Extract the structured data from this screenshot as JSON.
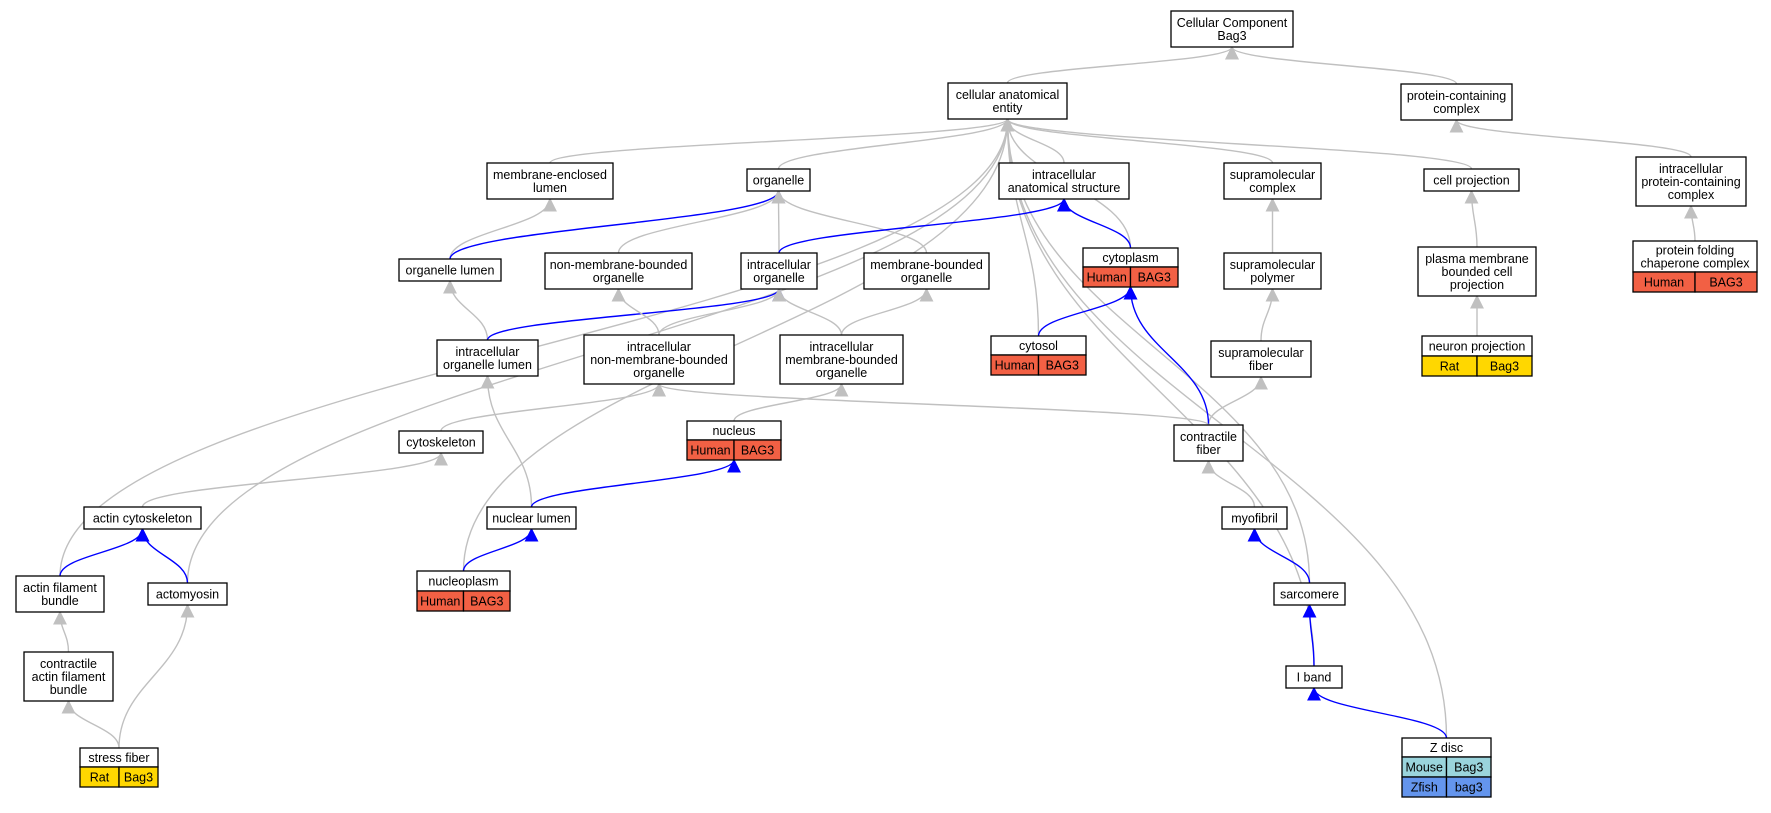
{
  "colors": {
    "is_a_edge": "#c0c0c0",
    "part_of_edge": "#0000ff",
    "node_border": "#000000",
    "node_fill": "#ffffff",
    "human_annotation": "#f26044",
    "rat_annotation": "#ffd700",
    "mouse_annotation": "#9ad4dc",
    "zfish_annotation": "#6495ed"
  },
  "nodes": [
    {
      "id": "root",
      "lines": [
        "Cellular Component",
        "Bag3"
      ]
    },
    {
      "id": "cae",
      "lines": [
        "cellular anatomical",
        "entity"
      ]
    },
    {
      "id": "pcc",
      "lines": [
        "protein-containing",
        "complex"
      ]
    },
    {
      "id": "mel",
      "lines": [
        "membrane-enclosed",
        "lumen"
      ]
    },
    {
      "id": "org",
      "lines": [
        "organelle"
      ]
    },
    {
      "id": "ias",
      "lines": [
        "intracellular",
        "anatomical structure"
      ]
    },
    {
      "id": "smc",
      "lines": [
        "supramolecular",
        "complex"
      ]
    },
    {
      "id": "cp",
      "lines": [
        "cell projection"
      ]
    },
    {
      "id": "ipcc",
      "lines": [
        "intracellular",
        "protein-containing",
        "complex"
      ]
    },
    {
      "id": "ol",
      "lines": [
        "organelle lumen"
      ]
    },
    {
      "id": "nmbo",
      "lines": [
        "non-membrane-bounded",
        "organelle"
      ]
    },
    {
      "id": "io",
      "lines": [
        "intracellular",
        "organelle"
      ]
    },
    {
      "id": "mbo",
      "lines": [
        "membrane-bounded",
        "organelle"
      ]
    },
    {
      "id": "cyto",
      "lines": [
        "cytoplasm"
      ],
      "annotations": [
        {
          "species": "Human",
          "gene": "BAG3",
          "color": "human"
        }
      ]
    },
    {
      "id": "smp",
      "lines": [
        "supramolecular",
        "polymer"
      ]
    },
    {
      "id": "pmbcp",
      "lines": [
        "plasma membrane",
        "bounded cell",
        "projection"
      ]
    },
    {
      "id": "pfcc",
      "lines": [
        "protein folding",
        "chaperone complex"
      ],
      "annotations": [
        {
          "species": "Human",
          "gene": "BAG3",
          "color": "human"
        }
      ]
    },
    {
      "id": "iol",
      "lines": [
        "intracellular",
        "organelle lumen"
      ]
    },
    {
      "id": "inmbo",
      "lines": [
        "intracellular",
        "non-membrane-bounded",
        "organelle"
      ]
    },
    {
      "id": "imbo",
      "lines": [
        "intracellular",
        "membrane-bounded",
        "organelle"
      ]
    },
    {
      "id": "cytosol",
      "lines": [
        "cytosol"
      ],
      "annotations": [
        {
          "species": "Human",
          "gene": "BAG3",
          "color": "human"
        }
      ]
    },
    {
      "id": "smf",
      "lines": [
        "supramolecular",
        "fiber"
      ]
    },
    {
      "id": "np",
      "lines": [
        "neuron projection"
      ],
      "annotations": [
        {
          "species": "Rat",
          "gene": "Bag3",
          "color": "rat"
        }
      ]
    },
    {
      "id": "nucleus",
      "lines": [
        "nucleus"
      ],
      "annotations": [
        {
          "species": "Human",
          "gene": "BAG3",
          "color": "human"
        }
      ]
    },
    {
      "id": "cytoskel",
      "lines": [
        "cytoskeleton"
      ]
    },
    {
      "id": "cf",
      "lines": [
        "contractile",
        "fiber"
      ]
    },
    {
      "id": "acs",
      "lines": [
        "actin cytoskeleton"
      ]
    },
    {
      "id": "nl",
      "lines": [
        "nuclear lumen"
      ]
    },
    {
      "id": "myo",
      "lines": [
        "myofibril"
      ]
    },
    {
      "id": "afb",
      "lines": [
        "actin filament",
        "bundle"
      ]
    },
    {
      "id": "am",
      "lines": [
        "actomyosin"
      ]
    },
    {
      "id": "nucleoplasm",
      "lines": [
        "nucleoplasm"
      ],
      "annotations": [
        {
          "species": "Human",
          "gene": "BAG3",
          "color": "human"
        }
      ]
    },
    {
      "id": "sarc",
      "lines": [
        "sarcomere"
      ]
    },
    {
      "id": "cafb",
      "lines": [
        "contractile",
        "actin filament",
        "bundle"
      ]
    },
    {
      "id": "iband",
      "lines": [
        "I band"
      ]
    },
    {
      "id": "sf",
      "lines": [
        "stress fiber"
      ],
      "annotations": [
        {
          "species": "Rat",
          "gene": "Bag3",
          "color": "rat"
        }
      ]
    },
    {
      "id": "zdisc",
      "lines": [
        "Z disc"
      ],
      "annotations": [
        {
          "species": "Mouse",
          "gene": "Bag3",
          "color": "mouse"
        },
        {
          "species": "Zfish",
          "gene": "bag3",
          "color": "zfish"
        }
      ]
    }
  ],
  "edges": [
    {
      "from": "cae",
      "to": "root",
      "type": "is_a"
    },
    {
      "from": "pcc",
      "to": "root",
      "type": "is_a"
    },
    {
      "from": "ipcc",
      "to": "pcc",
      "type": "is_a"
    },
    {
      "from": "pfcc",
      "to": "ipcc",
      "type": "is_a"
    },
    {
      "from": "mel",
      "to": "cae",
      "type": "is_a"
    },
    {
      "from": "org",
      "to": "cae",
      "type": "is_a"
    },
    {
      "from": "ias",
      "to": "cae",
      "type": "is_a"
    },
    {
      "from": "smc",
      "to": "cae",
      "type": "is_a"
    },
    {
      "from": "cp",
      "to": "cae",
      "type": "is_a"
    },
    {
      "from": "cyto",
      "to": "cae",
      "type": "is_a"
    },
    {
      "from": "cytosol",
      "to": "cae",
      "type": "is_a"
    },
    {
      "from": "sarc",
      "to": "cae",
      "type": "is_a"
    },
    {
      "from": "zdisc",
      "to": "cae",
      "type": "is_a"
    },
    {
      "from": "iband",
      "to": "cae",
      "type": "is_a"
    },
    {
      "from": "nucleoplasm",
      "to": "cae",
      "type": "is_a"
    },
    {
      "from": "am",
      "to": "cae",
      "type": "is_a"
    },
    {
      "from": "afb",
      "to": "cae",
      "type": "is_a"
    },
    {
      "from": "ol",
      "to": "mel",
      "type": "is_a"
    },
    {
      "from": "ol",
      "to": "org",
      "type": "part_of"
    },
    {
      "from": "nmbo",
      "to": "org",
      "type": "is_a"
    },
    {
      "from": "io",
      "to": "org",
      "type": "is_a"
    },
    {
      "from": "mbo",
      "to": "org",
      "type": "is_a"
    },
    {
      "from": "io",
      "to": "ias",
      "type": "part_of"
    },
    {
      "from": "cyto",
      "to": "ias",
      "type": "part_of"
    },
    {
      "from": "smp",
      "to": "smc",
      "type": "is_a"
    },
    {
      "from": "smf",
      "to": "smp",
      "type": "is_a"
    },
    {
      "from": "cf",
      "to": "smf",
      "type": "is_a"
    },
    {
      "from": "pmbcp",
      "to": "cp",
      "type": "is_a"
    },
    {
      "from": "np",
      "to": "pmbcp",
      "type": "is_a"
    },
    {
      "from": "iol",
      "to": "ol",
      "type": "is_a"
    },
    {
      "from": "iol",
      "to": "io",
      "type": "part_of"
    },
    {
      "from": "inmbo",
      "to": "nmbo",
      "type": "is_a"
    },
    {
      "from": "inmbo",
      "to": "io",
      "type": "is_a"
    },
    {
      "from": "imbo",
      "to": "io",
      "type": "is_a"
    },
    {
      "from": "imbo",
      "to": "mbo",
      "type": "is_a"
    },
    {
      "from": "cytosol",
      "to": "cyto",
      "type": "part_of"
    },
    {
      "from": "cf",
      "to": "cyto",
      "type": "part_of"
    },
    {
      "from": "nucleus",
      "to": "imbo",
      "type": "is_a"
    },
    {
      "from": "cytoskel",
      "to": "inmbo",
      "type": "is_a"
    },
    {
      "from": "cf",
      "to": "inmbo",
      "type": "is_a"
    },
    {
      "from": "nl",
      "to": "iol",
      "type": "is_a"
    },
    {
      "from": "nl",
      "to": "nucleus",
      "type": "part_of"
    },
    {
      "from": "acs",
      "to": "cytoskel",
      "type": "is_a"
    },
    {
      "from": "myo",
      "to": "cf",
      "type": "is_a"
    },
    {
      "from": "afb",
      "to": "acs",
      "type": "part_of"
    },
    {
      "from": "am",
      "to": "acs",
      "type": "part_of"
    },
    {
      "from": "nucleoplasm",
      "to": "nl",
      "type": "part_of"
    },
    {
      "from": "sarc",
      "to": "myo",
      "type": "part_of"
    },
    {
      "from": "cafb",
      "to": "afb",
      "type": "is_a"
    },
    {
      "from": "iband",
      "to": "sarc",
      "type": "part_of"
    },
    {
      "from": "sf",
      "to": "cafb",
      "type": "is_a"
    },
    {
      "from": "sf",
      "to": "am",
      "type": "is_a"
    },
    {
      "from": "zdisc",
      "to": "iband",
      "type": "part_of"
    }
  ]
}
